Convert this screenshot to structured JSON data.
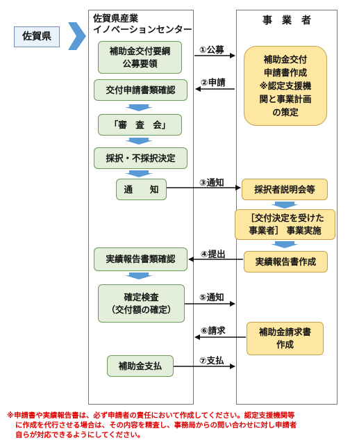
{
  "prefecture": "佐賀県",
  "center_title": "佐賀県産業\nイノベーションセンター",
  "business_title": "事　業　者",
  "center_boxes": {
    "koubo": "補助金交付要綱\n公募要領",
    "kakunin": "交付申請書類確認",
    "shinsa": "「審　査　会」",
    "saitaku": "採択・不採択決定",
    "tsuchi": "通　　知",
    "jisseki": "実績報告書類確認",
    "kakutei": "確定検査\n（交付額の確定）",
    "shiharai": "補助金支払"
  },
  "business_boxes": {
    "shinsei": "補助金交付\n申請書作成\n※認定支援機\n関と事業計画\nの策定",
    "setsumei": "採択者説明会等",
    "jisshi": "［交付決定を受けた\n事業者］ 事業実施",
    "hokoku": "実績報告書作成",
    "seikyu": "補助金請求書\n作成"
  },
  "arrows": {
    "a1": "①公募",
    "a2": "②申請",
    "a3": "③通知",
    "a4": "④提出",
    "a5": "⑤通知",
    "a6": "⑥請求",
    "a7": "⑦支払"
  },
  "note": {
    "line1": "※申請書や実績報告書は、必ず申請者の責任において作成してください。認定支援機関等",
    "line2": "に作成を代行させる場合は、その内容を精査し、事務局からの問い合わせに対し申請者",
    "line3": "自らが対応できるようにしてください。"
  },
  "colors": {
    "green_fill": "#e3efda",
    "orange_fill": "#fde7a1",
    "blue_arrow": "#5b9bd5",
    "note_red": "#e00000"
  }
}
